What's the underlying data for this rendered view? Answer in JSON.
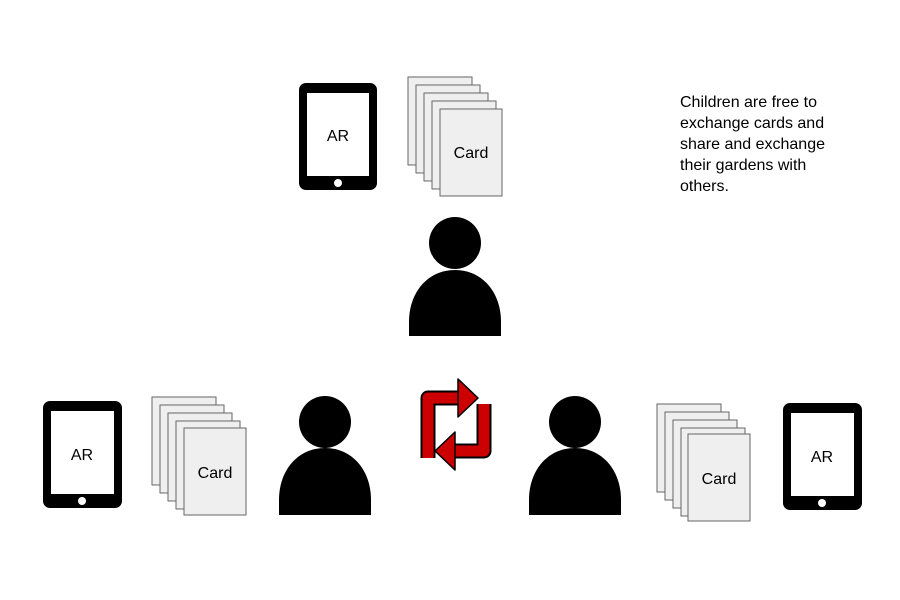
{
  "tablet_label": "AR",
  "card_label": "Card",
  "description_lines": [
    "Children are free to",
    "exchange cards and",
    "share and exchange",
    "their gardens with",
    "others."
  ],
  "colors": {
    "person": "#000000",
    "card_fill": "#efefef",
    "card_stroke": "#666666",
    "exchange_arrow": "#cc0000",
    "tablet": "#000000"
  },
  "icons": {
    "exchange": "exchange-arrows-icon",
    "person": "person-icon",
    "tablet": "tablet-icon",
    "card_stack": "card-stack-icon"
  }
}
